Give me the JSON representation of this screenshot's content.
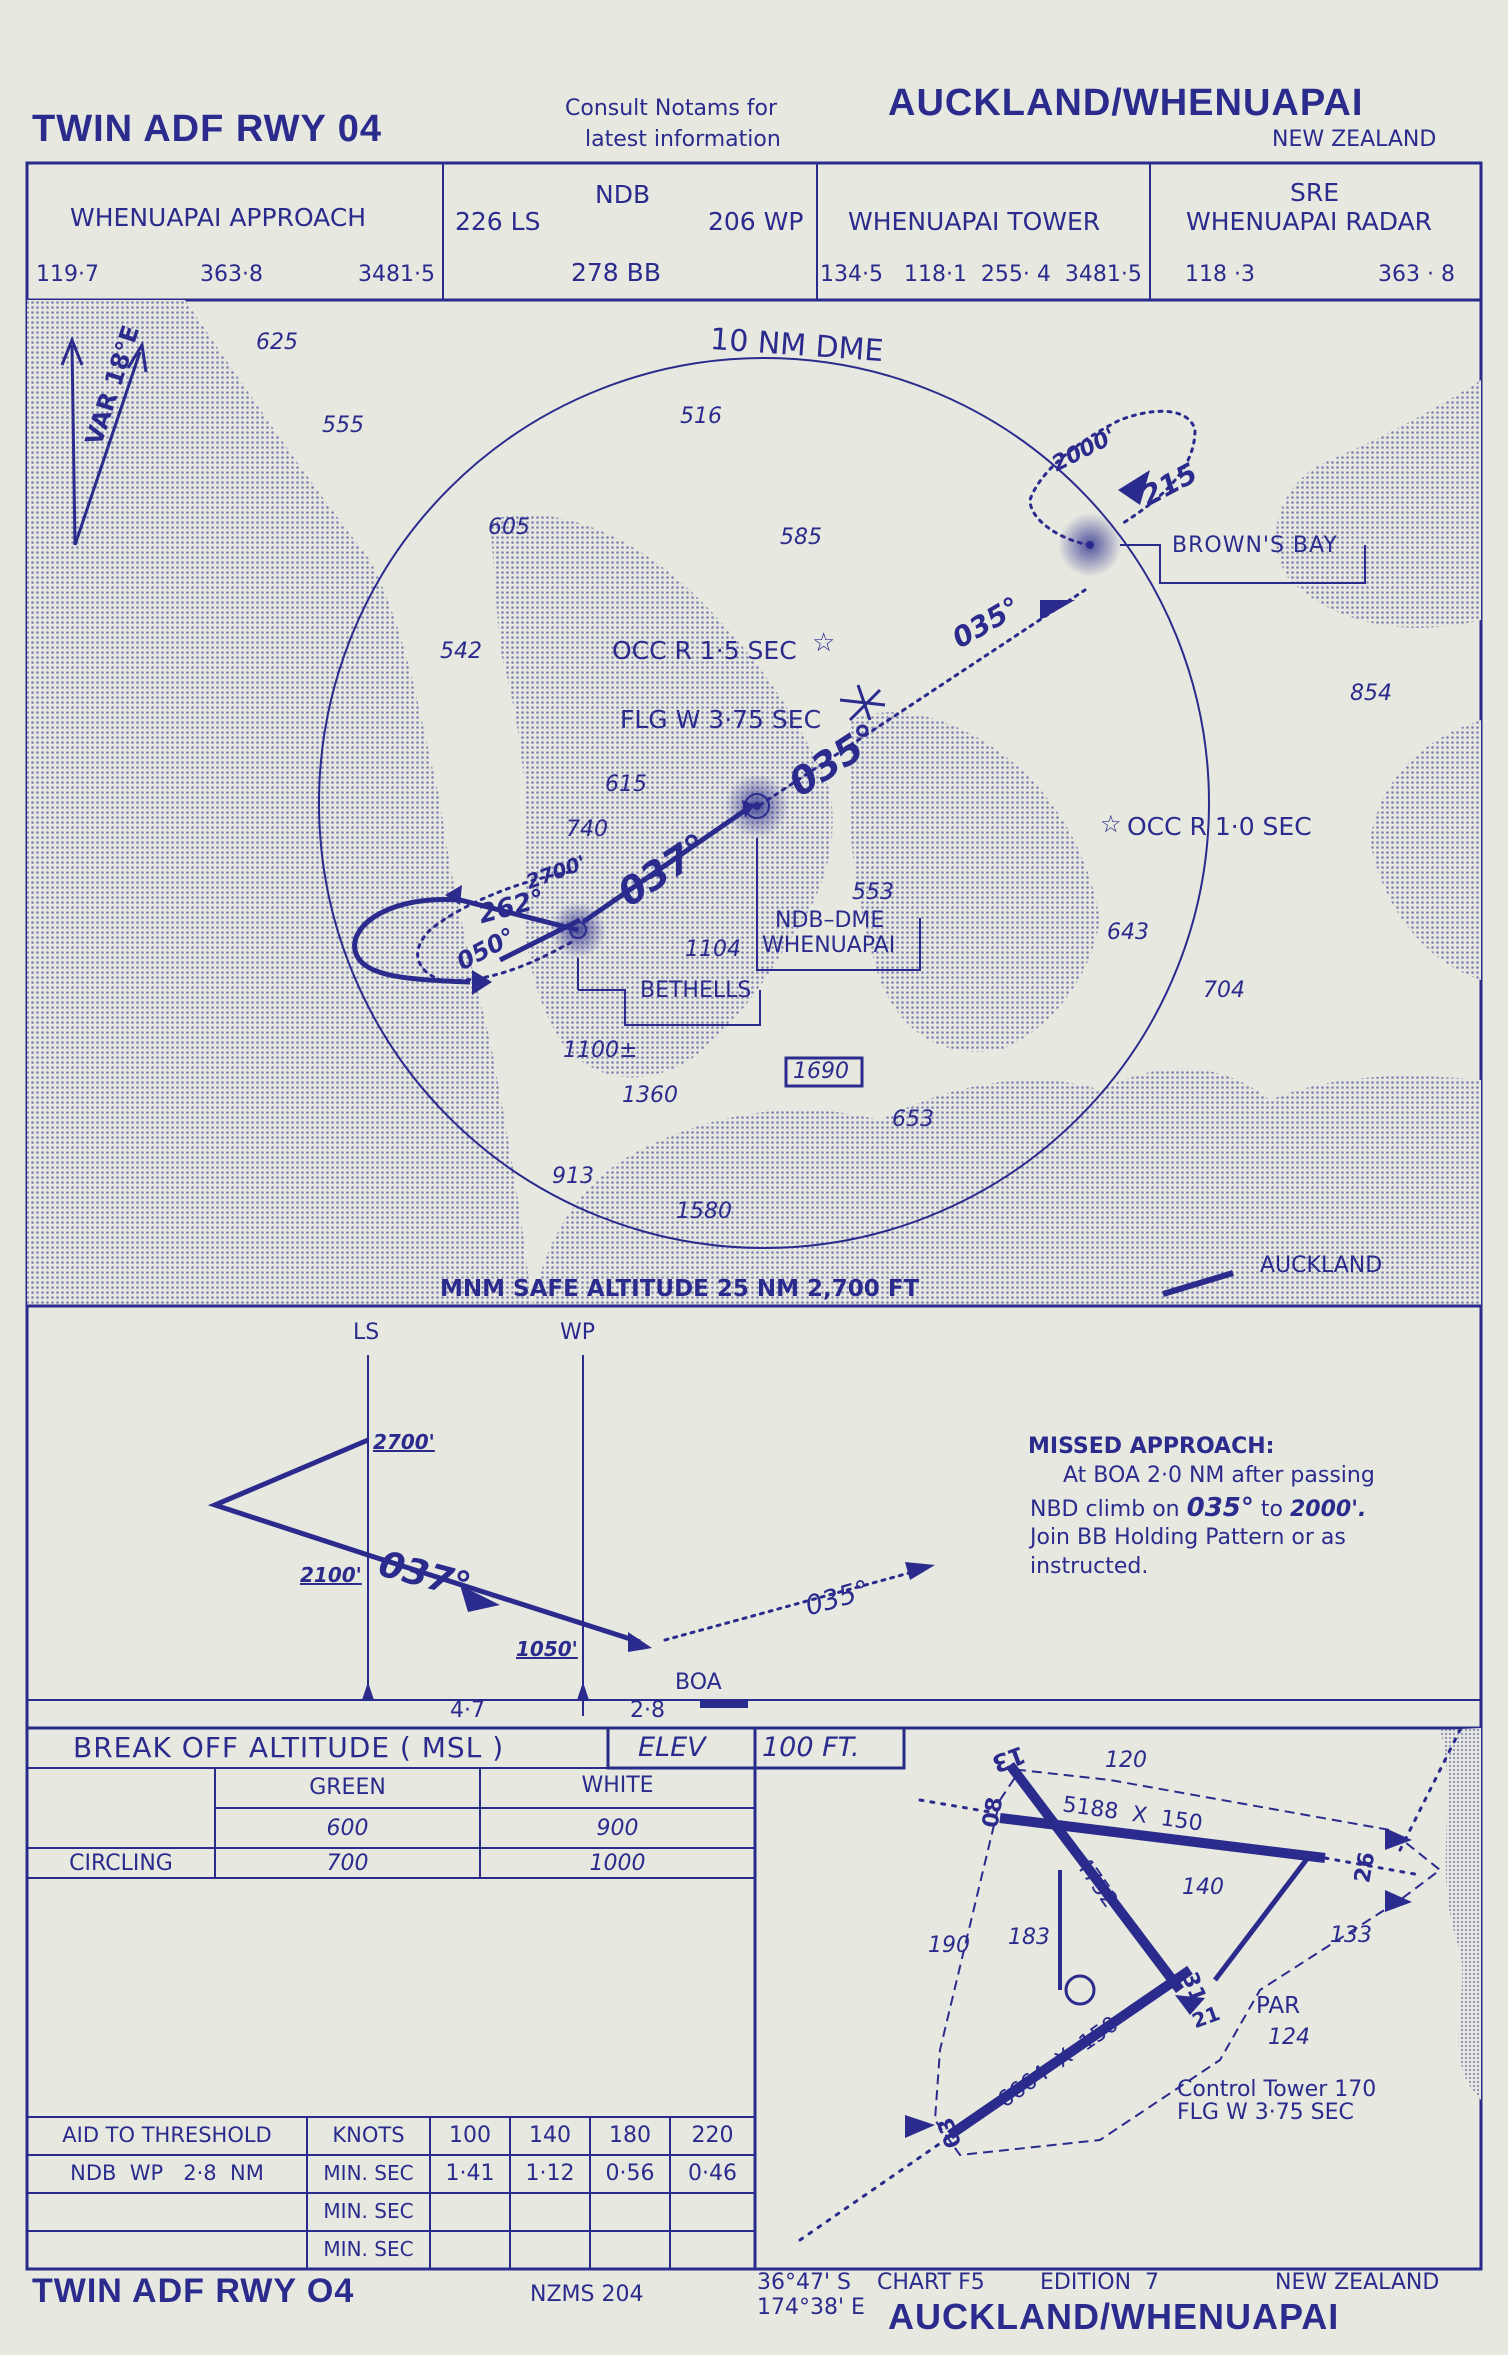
{
  "header": {
    "title_left": "TWIN ADF RWY 04",
    "notams_line1": "Consult Notams for",
    "notams_line2": "latest information",
    "title_right": "AUCKLAND/WHENUAPAI",
    "country": "NEW ZEALAND"
  },
  "freq": {
    "approach": {
      "label": "WHENUAPAI APPROACH",
      "f1": "119·7",
      "f2": "363·8",
      "f3": "3481·5"
    },
    "ndb": {
      "label": "NDB",
      "ls": "226 LS",
      "wp": "206 WP",
      "bb": "278 BB"
    },
    "tower": {
      "label": "WHENUAPAI TOWER",
      "freqs": "134·5   118·1  255· 4  3481·5"
    },
    "radar": {
      "label1": "SRE",
      "label2": "WHENUAPAI RADAR",
      "f1": "118 ·3",
      "f2": "363 · 8"
    }
  },
  "plan": {
    "var": "VAR 18°E",
    "dme_ring": "10 NM DME",
    "spot_heights": [
      "625",
      "555",
      "516",
      "605",
      "585",
      "542",
      "854",
      "615",
      "740",
      "553",
      "643",
      "1104",
      "704",
      "1100±",
      "1360",
      "653",
      "913",
      "1580"
    ],
    "occ_r15": "OCC R 1·5 SEC",
    "flg_w": "FLG W  3·75 SEC",
    "occ_r10": "OCC R 1·0 SEC",
    "browns_bay": "BROWN'S BAY",
    "ndb_dme": "NDB–DME",
    "whenuapai": "WHENUAPAI",
    "bethells": "BETHELLS",
    "obstacle": "1690",
    "auckland": "AUCKLAND",
    "alt_2000": "2000'",
    "crs_215": "215",
    "crs_035a": "035°",
    "crs_035b": "035°",
    "crs_037": "037°",
    "crs_262": "262°",
    "crs_050": "050°",
    "alt_2700": "2700'",
    "msa": "MNM SAFE ALTITUDE 25 NM   2,700 FT"
  },
  "profile": {
    "ls": "LS",
    "wp": "WP",
    "alt_2700": "2700'",
    "alt_2100": "2100'",
    "alt_1050": "1050'",
    "crs_037": "037°",
    "crs_035": "035°",
    "boa": "BOA",
    "dist_47": "4·7",
    "dist_28": "2·8",
    "missed_title": "MISSED APPROACH:",
    "missed_l1": "At BOA 2·0 NM after passing",
    "missed_l2a": "NBD climb on",
    "missed_crs": "035°",
    "missed_l2b": "to",
    "missed_alt": "2000'.",
    "missed_l3": "Join BB Holding Pattern or as",
    "missed_l4": "instructed."
  },
  "boa_table": {
    "title": "BREAK OFF ALTITUDE ( MSL )",
    "elev": "ELEV",
    "elev_val": "100  FT.",
    "green": "GREEN",
    "white": "WHITE",
    "green_val": "600",
    "white_val": "900",
    "circling": "CIRCLING",
    "circ_green": "700",
    "circ_white": "1000"
  },
  "timing": {
    "aid": "AID TO THRESHOLD",
    "knots": "KNOTS",
    "speeds": [
      "100",
      "140",
      "180",
      "220"
    ],
    "row_label": "NDB  WP   2·8  NM",
    "min_sec": "MIN. SEC",
    "times": [
      "1·41",
      "1·12",
      "0·56",
      "0·46"
    ]
  },
  "aerodrome": {
    "rwy13": "13",
    "rwy08": "08",
    "rwy26": "26",
    "rwy31": "31",
    "rwy03": "03",
    "rwy21": "21",
    "rwy_08_26": "5188  X  150",
    "rwy_13_31": "4752",
    "rwy_03_21": "6664  X  150",
    "el120": "120",
    "el140": "140",
    "el133": "133",
    "el183": "183",
    "el190": "190",
    "par": "PAR",
    "par_el": "124",
    "tower": "Control Tower 170",
    "flg": "FLG W  3·75  SEC"
  },
  "footer": {
    "title_left": "TWIN ADF RWY O4",
    "nzms": "NZMS 204",
    "lat": "36°47' S",
    "lon": "174°38' E",
    "chart": "CHART F5",
    "edition": "EDITION  7",
    "country": "NEW ZEALAND",
    "title_right": "AUCKLAND/WHENUAPAI"
  },
  "colors": {
    "ink": "#2a2b8c",
    "paper": "#e7e8e0"
  }
}
